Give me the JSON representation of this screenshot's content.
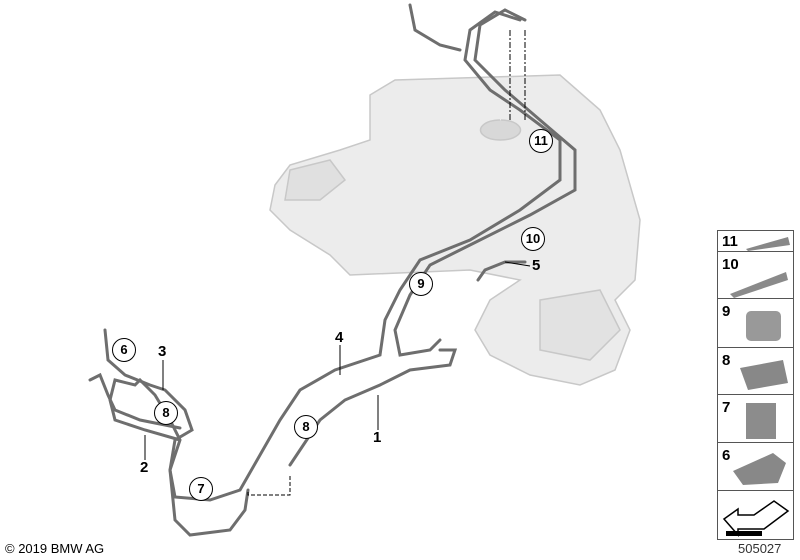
{
  "diagram": {
    "callouts": [
      "11",
      "10",
      "9",
      "6",
      "8",
      "8",
      "7"
    ],
    "part_numbers": [
      "5",
      "3",
      "4",
      "1",
      "2"
    ],
    "parts_column": [
      "11",
      "10",
      "9",
      "8",
      "7",
      "6"
    ],
    "copyright": "© 2019 BMW AG",
    "diagram_id": "505027",
    "colors": {
      "pipe": "#6e6e6e",
      "tank": "#e6e6e6",
      "outline": "#000000"
    }
  }
}
